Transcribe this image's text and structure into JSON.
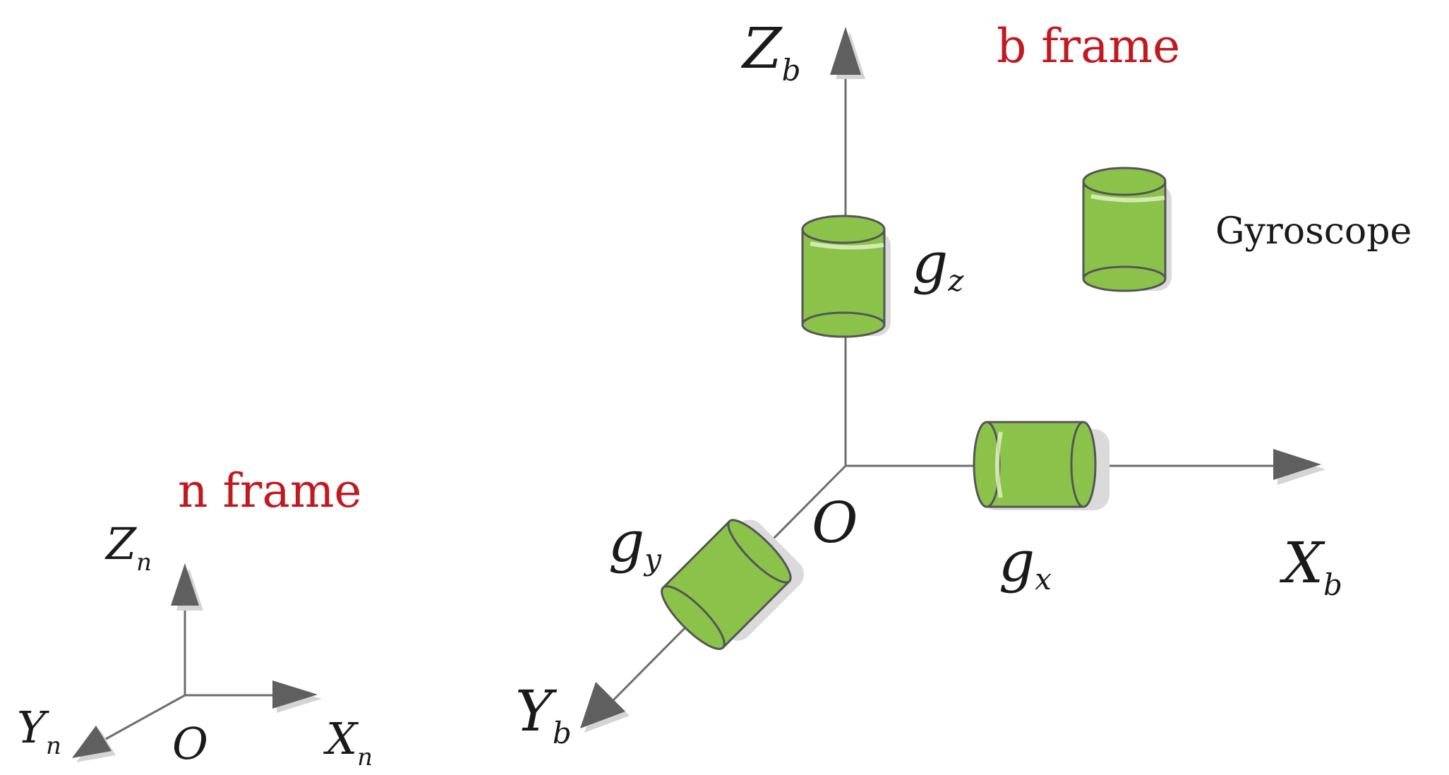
{
  "b_frame": {
    "title": "b frame",
    "axes": {
      "z": {
        "letter": "Z",
        "sub": "b"
      },
      "x": {
        "letter": "X",
        "sub": "b"
      },
      "y": {
        "letter": "Y",
        "sub": "b"
      }
    },
    "origin": "O",
    "gyros": {
      "gz": {
        "letter": "g",
        "sub": "z"
      },
      "gx": {
        "letter": "g",
        "sub": "x"
      },
      "gy": {
        "letter": "g",
        "sub": "y"
      }
    }
  },
  "n_frame": {
    "title": "n frame",
    "axes": {
      "z": {
        "letter": "Z",
        "sub": "n"
      },
      "x": {
        "letter": "X",
        "sub": "n"
      },
      "y": {
        "letter": "Y",
        "sub": "n"
      }
    },
    "origin": "O"
  },
  "legend": {
    "label": "Gyroscope"
  },
  "colors": {
    "frame_title": "#c0191f",
    "gyroscope_fill": "#8bc34a",
    "axis": "#6d6d6d",
    "arrow": "#5f5f5f"
  }
}
